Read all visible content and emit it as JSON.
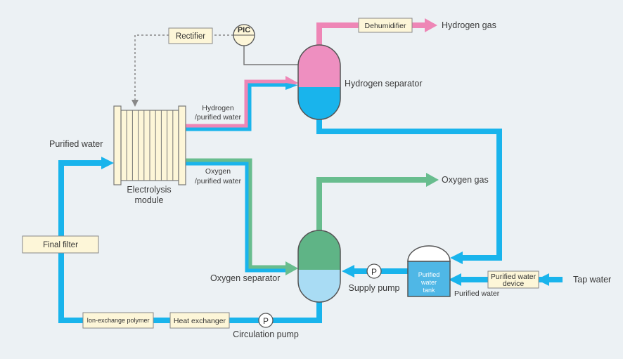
{
  "labels": {
    "hydrogen_gas": "Hydrogen gas",
    "oxygen_gas": "Oxygen gas",
    "hydrogen_separator": "Hydrogen separator",
    "oxygen_separator": "Oxygen separator",
    "electrolysis_module_1": "Electrolysis",
    "electrolysis_module_2": "module",
    "hydrogen_purified_1": "Hydrogen",
    "hydrogen_purified_2": "/purified water",
    "oxygen_purified_1": "Oxygen",
    "oxygen_purified_2": "/purified water",
    "purified_water_in": "Purified water",
    "purified_water_from_device": "Purified water",
    "supply_pump": "Supply pump",
    "circulation_pump": "Circulation pump",
    "tap_water": "Tap water"
  },
  "boxes": {
    "rectifier": "Rectifier",
    "dehumidifier": "Dehumidifier",
    "final_filter": "Final filter",
    "ion_exchange": "Ion-exchange polymer",
    "heat_exchanger": "Heat exchanger",
    "purified_water_device_1": "Purified water",
    "purified_water_device_2": "device"
  },
  "instruments": {
    "pic": "PIC",
    "pump_symbol": "P"
  },
  "tank": {
    "line1": "Purified",
    "line2": "water",
    "line3": "tank"
  },
  "colors": {
    "water": "#19b4ec",
    "hydrogen": "#ee86b6",
    "oxygen": "#68bd8e",
    "box_fill": "#fdf6d8",
    "hydrogen_fill": "#ee8fc0",
    "oxygen_fill": "#5fb486",
    "light_water": "#a9dcf4"
  }
}
